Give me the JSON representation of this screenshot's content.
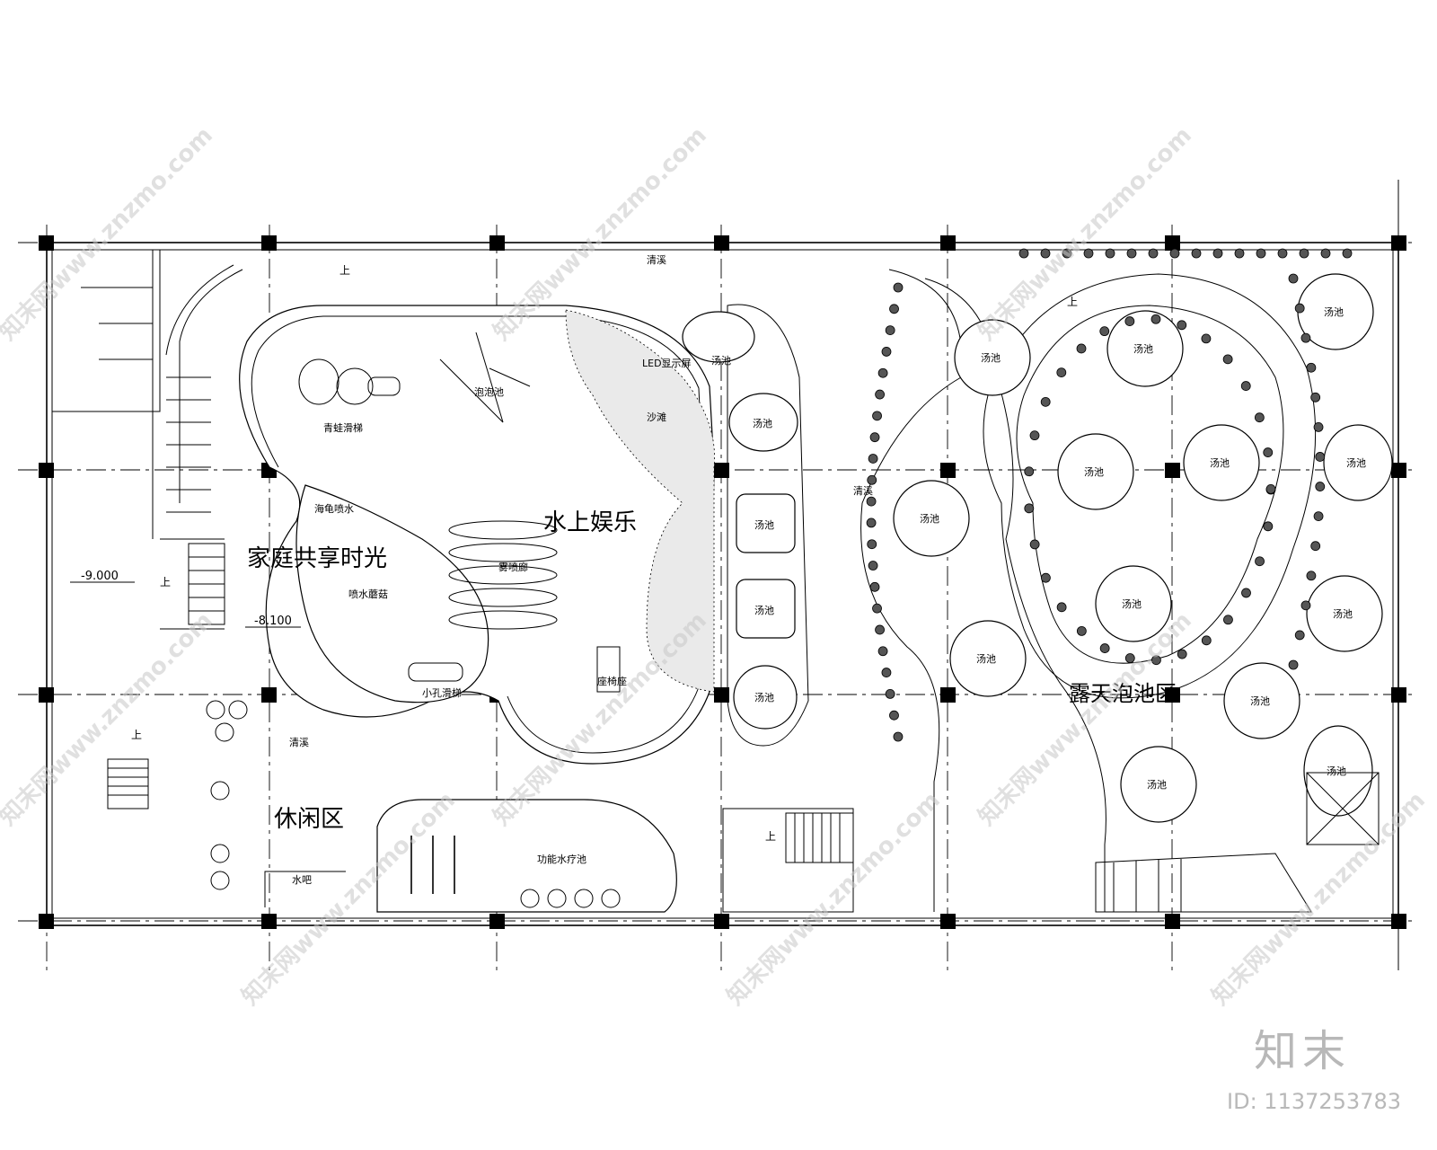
{
  "drawing": {
    "zones": [
      {
        "key": "family",
        "text": "家庭共享时光"
      },
      {
        "key": "water_fun",
        "text": "水上娱乐"
      },
      {
        "key": "leisure",
        "text": "休闲区"
      },
      {
        "key": "outdoor",
        "text": "露天泡池区"
      }
    ],
    "labels": {
      "qingwa": "青蛙滑梯",
      "paopao": "泡泡池",
      "led": "LED显示屏",
      "sand": "沙滩",
      "turtle": "海龟喷水",
      "sprinkler": "喷水蘑菇",
      "slide_small": "小孔滑梯",
      "spray_corridor": "雾喷廊",
      "seat": "座椅座",
      "func_pool": "功能水疗池",
      "bar": "水吧",
      "clear_creek": "清溪",
      "up": "上",
      "elev_a": "-9.000",
      "elev_b": "-8.100",
      "hot_spring": "汤池"
    },
    "watermark": "知末网www.znzmo.com"
  },
  "brand": {
    "name": "知末",
    "id": "ID: 1137253783"
  }
}
